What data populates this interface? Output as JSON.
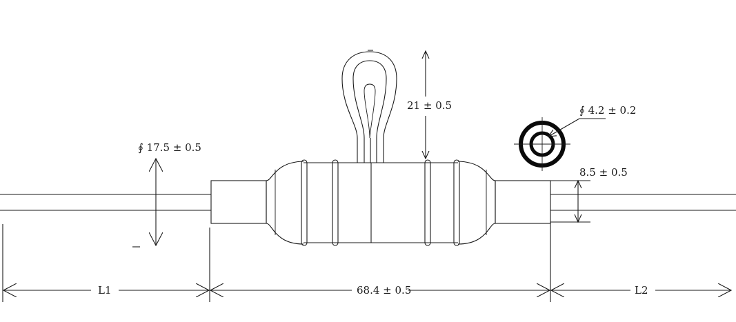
{
  "dimensions": {
    "diameter_outer": "∮ 17.5 ± 0.5",
    "loop_height": "21 ± 0.5",
    "diameter_inner": "∮ 4.2 ± 0.2",
    "tube_height": "8.5 ± 0.5",
    "left_length": "L1",
    "body_length": "68.4 ± 0.5",
    "right_length": "L2"
  }
}
